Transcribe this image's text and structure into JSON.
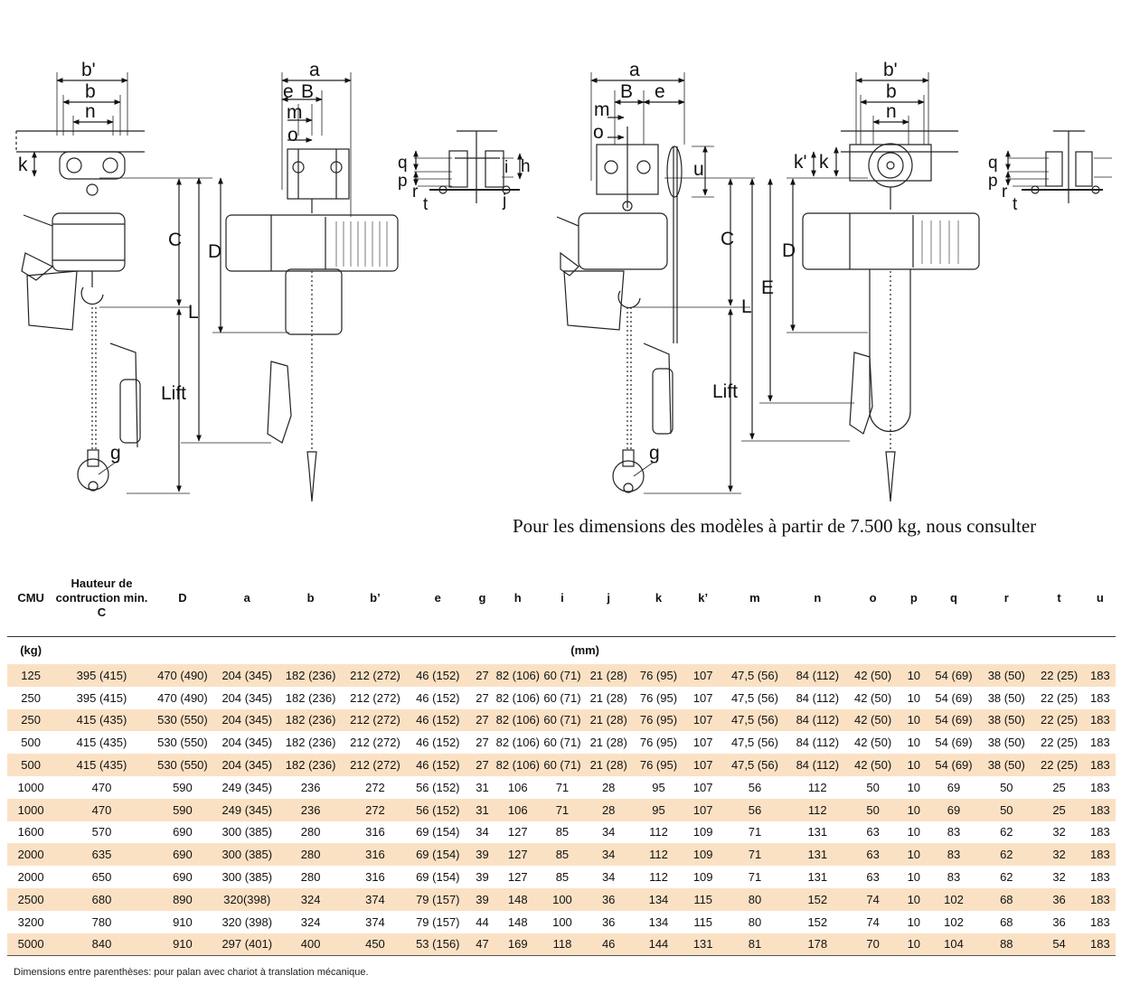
{
  "drawing": {
    "labels": {
      "b_prime": "b'",
      "b": "b",
      "n": "n",
      "k": "k",
      "C": "C",
      "D": "D",
      "L": "L",
      "Lift": "Lift",
      "g": "g",
      "a": "a",
      "e": "e",
      "B": "B",
      "m": "m",
      "o": "o",
      "q": "q",
      "p": "p",
      "r": "r",
      "t": "t",
      "i": "i",
      "h": "h",
      "j": "j",
      "u": "u",
      "E": "E",
      "k_prime": "k'"
    }
  },
  "note": "Pour les dimensions des modèles à partir de 7.500 kg, nous consulter",
  "table": {
    "headers": [
      "CMU",
      "Hauteur de contruction min. C",
      "D",
      "a",
      "b",
      "b’",
      "e",
      "g",
      "h",
      "i",
      "j",
      "k",
      "k’",
      "m",
      "n",
      "o",
      "p",
      "q",
      "r",
      "t",
      "u"
    ],
    "unit_kg": "(kg)",
    "unit_mm": "(mm)",
    "rows": [
      [
        "125",
        "395 (415)",
        "470 (490)",
        "204 (345)",
        "182 (236)",
        "212 (272)",
        "46 (152)",
        "27",
        "82 (106)",
        "60 (71)",
        "21 (28)",
        "76 (95)",
        "107",
        "47,5 (56)",
        "84 (112)",
        "42 (50)",
        "10",
        "54 (69)",
        "38 (50)",
        "22 (25)",
        "183"
      ],
      [
        "250",
        "395 (415)",
        "470 (490)",
        "204 (345)",
        "182 (236)",
        "212 (272)",
        "46 (152)",
        "27",
        "82 (106)",
        "60 (71)",
        "21 (28)",
        "76 (95)",
        "107",
        "47,5 (56)",
        "84 (112)",
        "42 (50)",
        "10",
        "54 (69)",
        "38 (50)",
        "22 (25)",
        "183"
      ],
      [
        "250",
        "415 (435)",
        "530 (550)",
        "204 (345)",
        "182 (236)",
        "212 (272)",
        "46 (152)",
        "27",
        "82 (106)",
        "60 (71)",
        "21 (28)",
        "76 (95)",
        "107",
        "47,5 (56)",
        "84 (112)",
        "42 (50)",
        "10",
        "54 (69)",
        "38 (50)",
        "22 (25)",
        "183"
      ],
      [
        "500",
        "415 (435)",
        "530 (550)",
        "204 (345)",
        "182 (236)",
        "212 (272)",
        "46 (152)",
        "27",
        "82 (106)",
        "60 (71)",
        "21 (28)",
        "76 (95)",
        "107",
        "47,5 (56)",
        "84 (112)",
        "42 (50)",
        "10",
        "54 (69)",
        "38 (50)",
        "22 (25)",
        "183"
      ],
      [
        "500",
        "415 (435)",
        "530 (550)",
        "204 (345)",
        "182 (236)",
        "212 (272)",
        "46 (152)",
        "27",
        "82 (106)",
        "60 (71)",
        "21 (28)",
        "76 (95)",
        "107",
        "47,5 (56)",
        "84 (112)",
        "42 (50)",
        "10",
        "54 (69)",
        "38 (50)",
        "22 (25)",
        "183"
      ],
      [
        "1000",
        "470",
        "590",
        "249 (345)",
        "236",
        "272",
        "56 (152)",
        "31",
        "106",
        "71",
        "28",
        "95",
        "107",
        "56",
        "112",
        "50",
        "10",
        "69",
        "50",
        "25",
        "183"
      ],
      [
        "1000",
        "470",
        "590",
        "249 (345)",
        "236",
        "272",
        "56 (152)",
        "31",
        "106",
        "71",
        "28",
        "95",
        "107",
        "56",
        "112",
        "50",
        "10",
        "69",
        "50",
        "25",
        "183"
      ],
      [
        "1600",
        "570",
        "690",
        "300 (385)",
        "280",
        "316",
        "69 (154)",
        "34",
        "127",
        "85",
        "34",
        "112",
        "109",
        "71",
        "131",
        "63",
        "10",
        "83",
        "62",
        "32",
        "183"
      ],
      [
        "2000",
        "635",
        "690",
        "300 (385)",
        "280",
        "316",
        "69 (154)",
        "39",
        "127",
        "85",
        "34",
        "112",
        "109",
        "71",
        "131",
        "63",
        "10",
        "83",
        "62",
        "32",
        "183"
      ],
      [
        "2000",
        "650",
        "690",
        "300 (385)",
        "280",
        "316",
        "69 (154)",
        "39",
        "127",
        "85",
        "34",
        "112",
        "109",
        "71",
        "131",
        "63",
        "10",
        "83",
        "62",
        "32",
        "183"
      ],
      [
        "2500",
        "680",
        "890",
        "320(398)",
        "324",
        "374",
        "79 (157)",
        "39",
        "148",
        "100",
        "36",
        "134",
        "115",
        "80",
        "152",
        "74",
        "10",
        "102",
        "68",
        "36",
        "183"
      ],
      [
        "3200",
        "780",
        "910",
        "320 (398)",
        "324",
        "374",
        "79 (157)",
        "44",
        "148",
        "100",
        "36",
        "134",
        "115",
        "80",
        "152",
        "74",
        "10",
        "102",
        "68",
        "36",
        "183"
      ],
      [
        "5000",
        "840",
        "910",
        "297 (401)",
        "400",
        "450",
        "53 (156)",
        "47",
        "169",
        "118",
        "46",
        "144",
        "131",
        "81",
        "178",
        "70",
        "10",
        "104",
        "88",
        "54",
        "183"
      ]
    ],
    "footnote": "Dimensions entre parenthèses: pour palan avec chariot à translation mécanique."
  }
}
